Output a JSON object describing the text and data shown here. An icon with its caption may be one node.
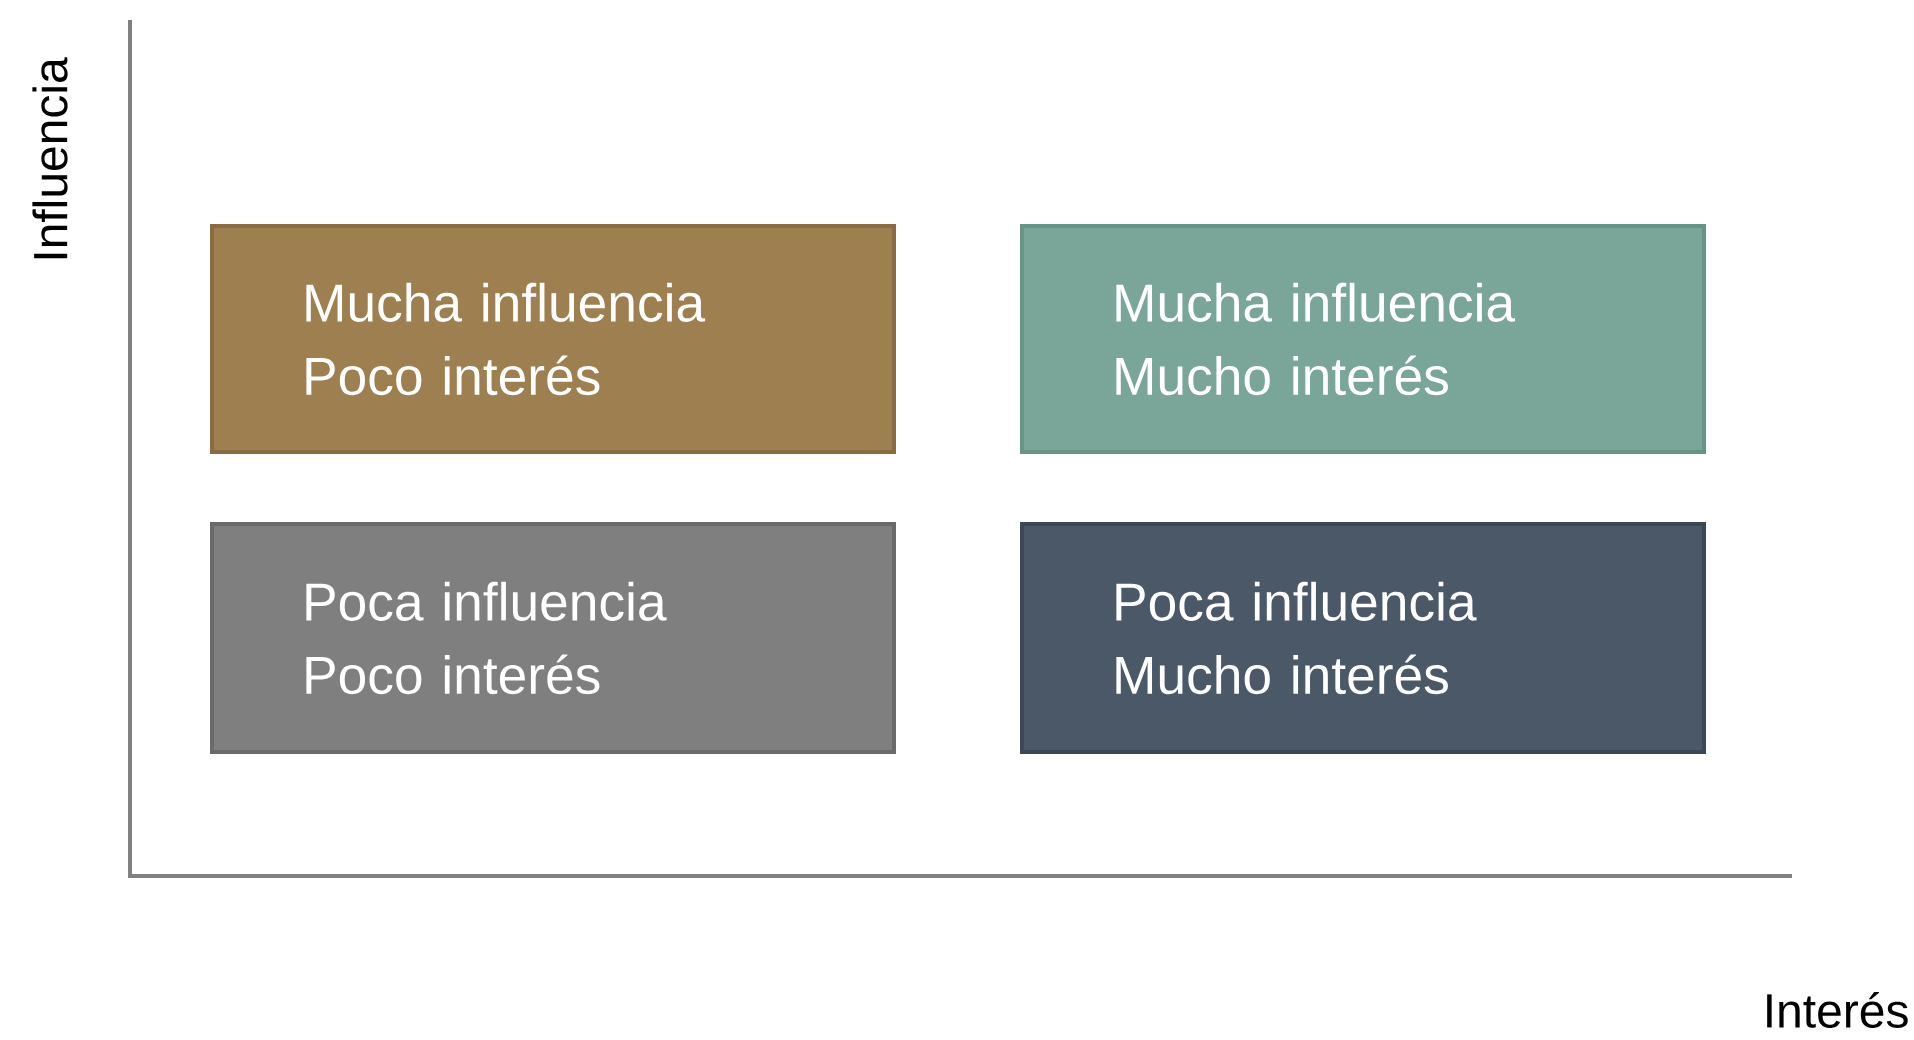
{
  "diagram": {
    "nodes": [
      {
        "text": [
          "Mucha influencia",
          "Poco interés"
        ]
      },
      {
        "text": [
          "Mucha influencia",
          "Mucho interés"
        ]
      },
      {
        "text": [
          "Poca influencia",
          "Poco interés"
        ]
      },
      {
        "text": [
          "Poca influencia",
          "Mucho interés"
        ]
      }
    ],
    "labels": [
      "Influencia",
      "Interés"
    ]
  }
}
